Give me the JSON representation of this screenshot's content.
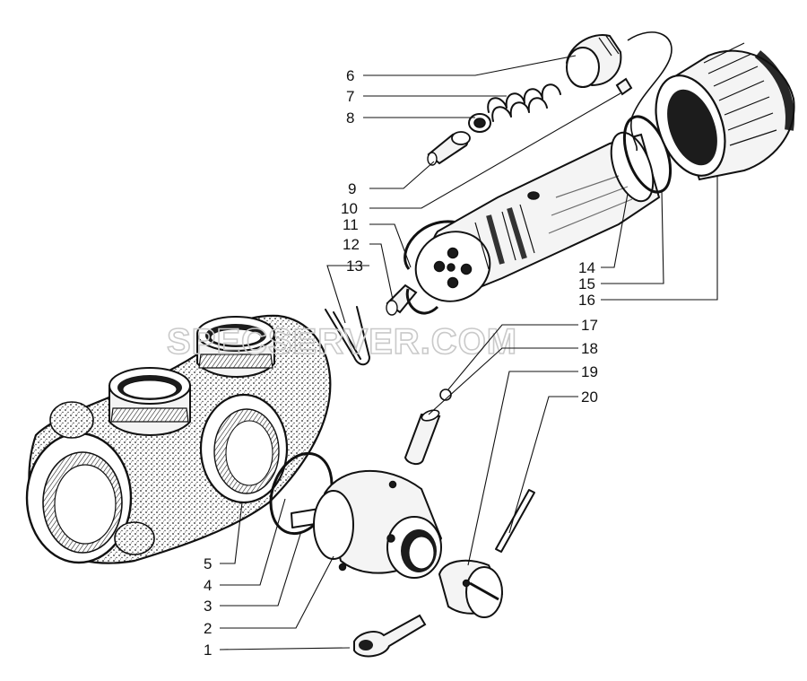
{
  "watermark": "SPECSERVER.COM",
  "callouts": [
    {
      "id": "c1",
      "label": "1"
    },
    {
      "id": "c2",
      "label": "2"
    },
    {
      "id": "c3",
      "label": "3"
    },
    {
      "id": "c4",
      "label": "4"
    },
    {
      "id": "c5",
      "label": "5"
    },
    {
      "id": "c6",
      "label": "6"
    },
    {
      "id": "c7",
      "label": "7"
    },
    {
      "id": "c8",
      "label": "8"
    },
    {
      "id": "c9",
      "label": "9"
    },
    {
      "id": "c10",
      "label": "10"
    },
    {
      "id": "c11",
      "label": "11"
    },
    {
      "id": "c12",
      "label": "12"
    },
    {
      "id": "c13",
      "label": "13"
    },
    {
      "id": "c14",
      "label": "14"
    },
    {
      "id": "c15",
      "label": "15"
    },
    {
      "id": "c16",
      "label": "16"
    },
    {
      "id": "c17",
      "label": "17"
    },
    {
      "id": "c18",
      "label": "18"
    },
    {
      "id": "c19",
      "label": "19"
    },
    {
      "id": "c20",
      "label": "20"
    }
  ]
}
